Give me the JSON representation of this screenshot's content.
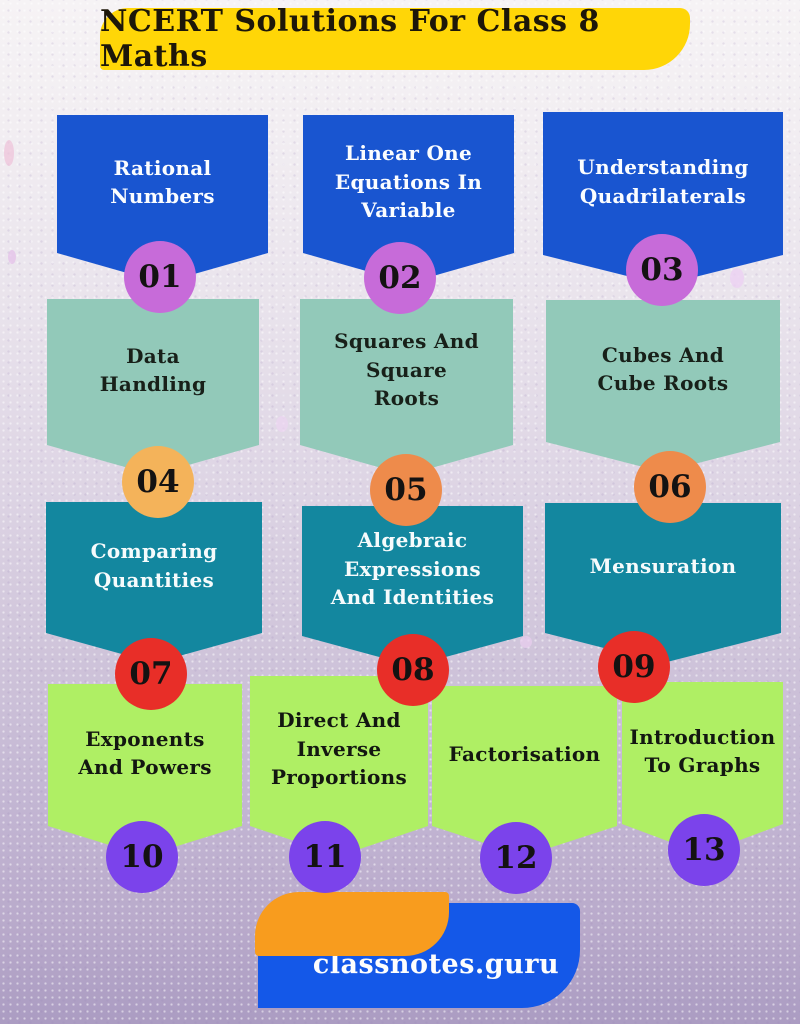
{
  "title": {
    "text": "NCERT Solutions For Class 8 Maths"
  },
  "footer": {
    "brand": "classnotes.guru"
  },
  "palette": {
    "banner_yellow": "#FFD607",
    "row1_blue": "#1955D0",
    "row2_seafoam": "#92C9B9",
    "row3_teal": "#13879F",
    "row4_green": "#AFEF64",
    "badge_purple": "#C76BD9",
    "badge_light_orange": "#F4B35A",
    "badge_orange": "#EE8B4B",
    "badge_red": "#E82E28",
    "badge_violet": "#7B43EB",
    "logo_orange": "#F89C1E",
    "logo_blue": "#1458E8",
    "background_lavender": "#C3B6D3"
  },
  "chapters": [
    {
      "num": "01",
      "label": "Rational\nNumbers"
    },
    {
      "num": "02",
      "label": "Linear One\nEquations In\nVariable"
    },
    {
      "num": "03",
      "label": "Understanding\nQuadrilaterals"
    },
    {
      "num": "04",
      "label": "Data\nHandling"
    },
    {
      "num": "05",
      "label": "Squares And\nSquare\nRoots"
    },
    {
      "num": "06",
      "label": "Cubes And\nCube Roots"
    },
    {
      "num": "07",
      "label": "Comparing\nQuantities"
    },
    {
      "num": "08",
      "label": "Algebraic\nExpressions\nAnd Identities"
    },
    {
      "num": "09",
      "label": "Mensuration"
    },
    {
      "num": "10",
      "label": "Exponents\nAnd Powers"
    },
    {
      "num": "11",
      "label": "Direct And\nInverse\nProportions"
    },
    {
      "num": "12",
      "label": "Factorisation"
    },
    {
      "num": "13",
      "label": "Introduction\nTo Graphs"
    }
  ]
}
